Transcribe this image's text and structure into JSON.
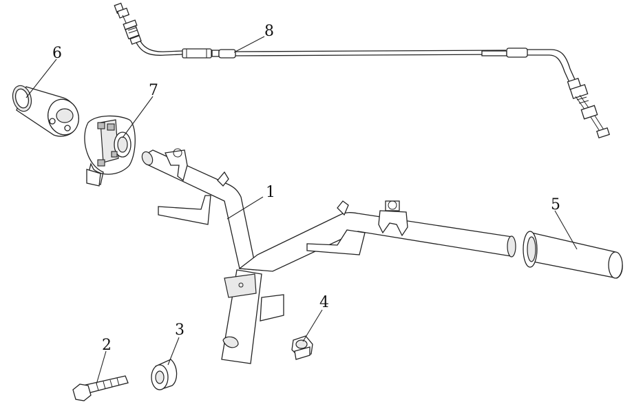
{
  "callouts": {
    "handlebar": "1",
    "bolt": "2",
    "bushing": "3",
    "nut": "4",
    "grip_left": "5",
    "grip_right": "6",
    "throttle_housing": "7",
    "throttle_cable": "8"
  }
}
